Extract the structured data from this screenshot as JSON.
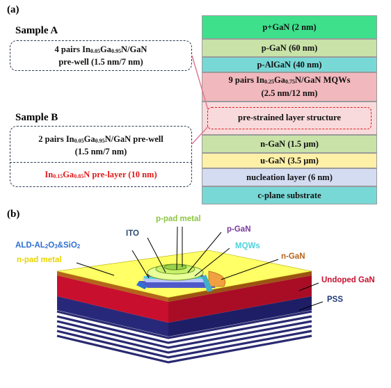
{
  "panel_a": {
    "label": "(a)",
    "sample_a": {
      "title": "Sample A",
      "line1_prefix": "4 pairs In",
      "line1_sub1": "0.05",
      "line1_mid": "Ga",
      "line1_sub2": "0.95",
      "line1_suffix": "N/GaN",
      "line2": "pre-well (1.5 nm/7 nm)"
    },
    "sample_b": {
      "title": "Sample B",
      "line1_prefix": "2 pairs In",
      "line1_sub1": "0.05",
      "line1_mid": "Ga",
      "line1_sub2": "0.95",
      "line1_suffix": "N/GaN pre-well",
      "line2": "(1.5 nm/7 nm)",
      "prelayer_prefix": "In",
      "prelayer_sub1": "0.15",
      "prelayer_mid": "Ga",
      "prelayer_sub2": "0.85",
      "prelayer_suffix": "N pre-layer (10 nm)"
    },
    "layers": [
      {
        "label": "p+GaN (2 nm)",
        "color": "#3ee08c"
      },
      {
        "label": "p-GaN (60 nm)",
        "color": "#c8e2a8"
      },
      {
        "label": "p-AlGaN (40 nm)",
        "color": "#78d8d6"
      },
      {
        "mqw_prefix": "9 pairs In",
        "mqw_sub1": "0.25",
        "mqw_mid": "Ga",
        "mqw_sub2": "0.75",
        "mqw_suffix": "N/GaN MQWs",
        "label2": "(2.5 nm/12 nm)",
        "color": "#f1b8bd"
      },
      {
        "label": "pre-strained layer structure",
        "color": "#f9dadc"
      },
      {
        "label": "n-GaN (1.5 μm)",
        "color": "#c8e2a8"
      },
      {
        "label": "u-GaN (3.5 μm)",
        "color": "#fff0a8"
      },
      {
        "label": "nucleation layer (6 nm)",
        "color": "#d4dcf2"
      },
      {
        "label": "c-plane substrate",
        "color": "#78d8d6"
      }
    ]
  },
  "panel_b": {
    "label": "(b)",
    "callouts": {
      "p_pad_metal": "p-pad metal",
      "ito": "ITO",
      "p_gan": "p-GaN",
      "ald_prefix": "ALD-AL",
      "ald_sub1": "2",
      "ald_mid": "O",
      "ald_sub2": "3",
      "ald_suffix": "&SiO",
      "ald_sub3": "2",
      "mqws": "MQWs",
      "n_pad_metal": "n-pad metal",
      "n_gan": "n-GaN",
      "undoped_gan": "Undoped GaN",
      "pss": "PSS"
    },
    "colors": {
      "p_pad_metal": "#8cc63f",
      "ito": "#2d4a6e",
      "p_gan": "#7a3a9a",
      "ald": "#2e6fd2",
      "mqws": "#4fd2dc",
      "n_pad_metal": "#e8d400",
      "n_gan": "#b5641c",
      "undoped_gan": "#c8102e",
      "pss": "#1f3a7a"
    }
  }
}
